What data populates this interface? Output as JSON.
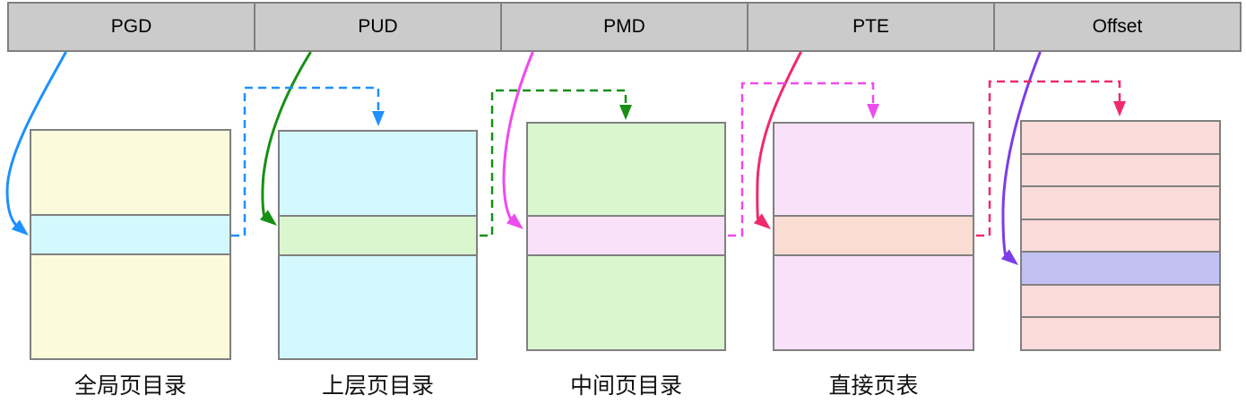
{
  "header": {
    "bg": "#cbcbcb",
    "border": "#7f7f7f",
    "segments": [
      {
        "label": "PGD"
      },
      {
        "label": "PUD"
      },
      {
        "label": "PMD"
      },
      {
        "label": "PTE"
      },
      {
        "label": "Offset"
      }
    ]
  },
  "tables": [
    {
      "label": "全局页目录",
      "fill": "#fbfadb",
      "highlight": "#d3f8fe"
    },
    {
      "label": "上层页目录",
      "fill": "#d3f8fe",
      "highlight": "#daf6cf"
    },
    {
      "label": "中间页目录",
      "fill": "#daf6cf",
      "highlight": "#fae1fa"
    },
    {
      "label": "直接页表",
      "fill": "#fae1fa",
      "highlight": "#fadcd2"
    },
    {
      "label": "",
      "fill": "#fbdada",
      "highlight": "#c2c1f4"
    }
  ],
  "arrows": [
    {
      "name": "pgd-index",
      "color": "#1e90ff"
    },
    {
      "name": "pud-index",
      "color": "#169016"
    },
    {
      "name": "pmd-index",
      "color": "#ee4bee"
    },
    {
      "name": "pte-index",
      "color": "#f02a6a"
    },
    {
      "name": "offset-index",
      "color": "#7d3ce8"
    }
  ],
  "border_color": "#808080"
}
